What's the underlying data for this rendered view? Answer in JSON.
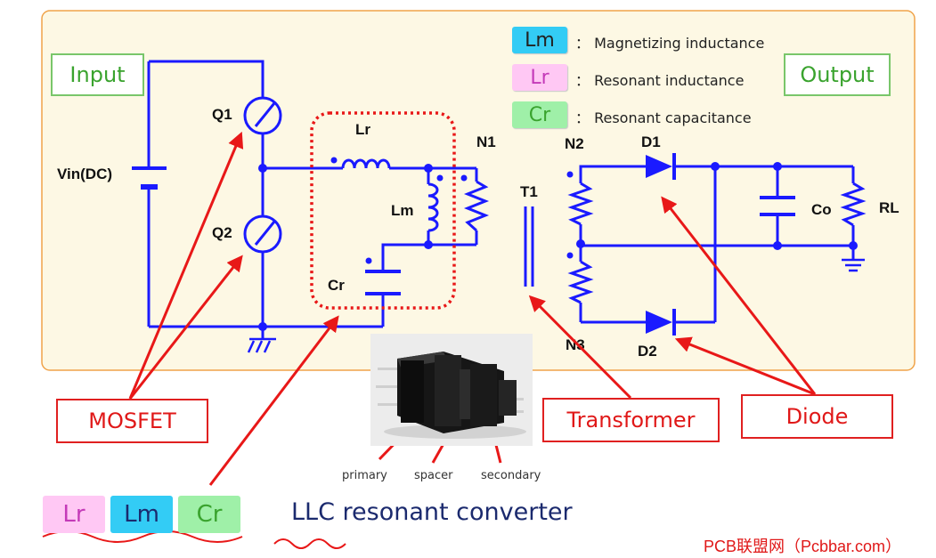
{
  "labels": {
    "input": "Input",
    "output": "Output",
    "mosfet": "MOSFET",
    "transformer": "Transformer",
    "diode": "Diode"
  },
  "legend": [
    {
      "chip": "Lm",
      "text": "： Magnetizing inductance",
      "color": "#33ccf5"
    },
    {
      "chip": "Lr",
      "text": "： Resonant inductance",
      "color": "#ffc8f4"
    },
    {
      "chip": "Cr",
      "text": "： Resonant capacitance",
      "color": "#9ff0a8"
    }
  ],
  "components": {
    "vin": "Vin(DC)",
    "q1": "Q1",
    "q2": "Q2",
    "lr": "Lr",
    "lm": "Lm",
    "cr": "Cr",
    "n1": "N1",
    "n2": "N2",
    "n3": "N3",
    "t1": "T1",
    "d1": "D1",
    "d2": "D2",
    "co": "Co",
    "rl": "RL"
  },
  "photo_captions": {
    "primary": "primary",
    "spacer": "spacer",
    "secondary": "secondary"
  },
  "bottom_chips": [
    {
      "label": "Lr",
      "color": "#ffc8f4",
      "text_color": "#c43ab8"
    },
    {
      "label": "Lm",
      "color": "#33ccf5",
      "text_color": "#1b2a6e"
    },
    {
      "label": "Cr",
      "color": "#9ff0a8",
      "text_color": "#3aa32e"
    }
  ],
  "title": "LLC resonant converter",
  "credit": "PCB联盟网（Pcbbar.com）",
  "colors": {
    "wire": "#1a1aff",
    "panel_bg": "#fdf8e4",
    "panel_border": "#f0a34a",
    "arrow": "#e81818"
  }
}
